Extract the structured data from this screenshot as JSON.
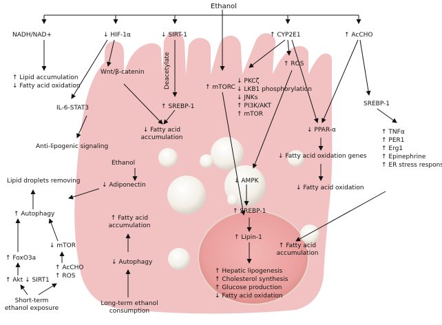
{
  "top": {
    "ethanol": "Ethanol"
  },
  "nodes": {
    "nadh": "NADH/NAD+",
    "hif": "↓ HIF-1α",
    "sirt": "↓ SIRT-1",
    "cyp": "↑ CYP2E1",
    "acCHO": "↑ AcCHO",
    "wnt": "Wnt/β-catenin",
    "deacetylate": "Deacetylate",
    "srebp1_left": "↑ SREBP-1",
    "mtorc": "↑ mTORC",
    "ros": "↑ ROS",
    "srebp1_right": "SREBP-1",
    "lipid_acc_1": "↑ Lipid accumulation",
    "fao_1": "↓ Fatty acid oxidation",
    "il6": "IL-6-STAT3",
    "antilipo": "Anti-lipogenic signaling",
    "fa_acc_top_1": "↓ Fatty acid",
    "fa_acc_top_2": "accumulation",
    "ppar": "↓ PPAR-α",
    "ethanol_inner": "Ethanol",
    "adiponectin": "↓ Adiponectin",
    "lipid_removing": "Lipid droplets removing",
    "autophagy_up": "↑ Autophagy",
    "mtor_down": "↓ mTOR",
    "foxo": "↑ FoxO3a",
    "accho_up": "↑ AcCHO",
    "ros_up": "↑ ROS",
    "akt": "↑ Akt ↓ SIRT1",
    "short_term_1": "Short-term",
    "short_term_2": "ethanol exposure",
    "fa_acc_mid_1": "↑ Fatty acid",
    "fa_acc_mid_2": "accumulation",
    "autophagy_down": "↓ Autophagy",
    "long_term_1": "Long-term ethanol",
    "long_term_2": "consumption",
    "ampk": "↓ AMPK",
    "srebp1_center": "↑ SREBP-1",
    "lipin": "↑ Lipin-1",
    "fao_genes": "↓ Fatty acid oxidation genes",
    "fao_down": "↓ Fatty acid oxidation",
    "fa_acc_right_1": "↑ Fatty acid",
    "fa_acc_right_2": "accumulation"
  },
  "cyp_list": [
    "↓ PKCζ",
    "↓ LKB1 phosphorylation",
    "↓ JNKs",
    "↑ PI3K/AKT",
    "↑ mTOR"
  ],
  "srebp_list": [
    "TNFα",
    "PER1",
    "Erg1",
    "Epinephrine",
    "ER stress response"
  ],
  "outcome_list": [
    "↑ Hepatic lipogenesis",
    "↑ Cholesterol synthesis",
    "↑ Glucose production",
    "↓ Fatty acid oxidation"
  ],
  "colors": {
    "cell": "#f2c2c3",
    "nucleus": "#e89a9a",
    "arrow": "#111111"
  }
}
